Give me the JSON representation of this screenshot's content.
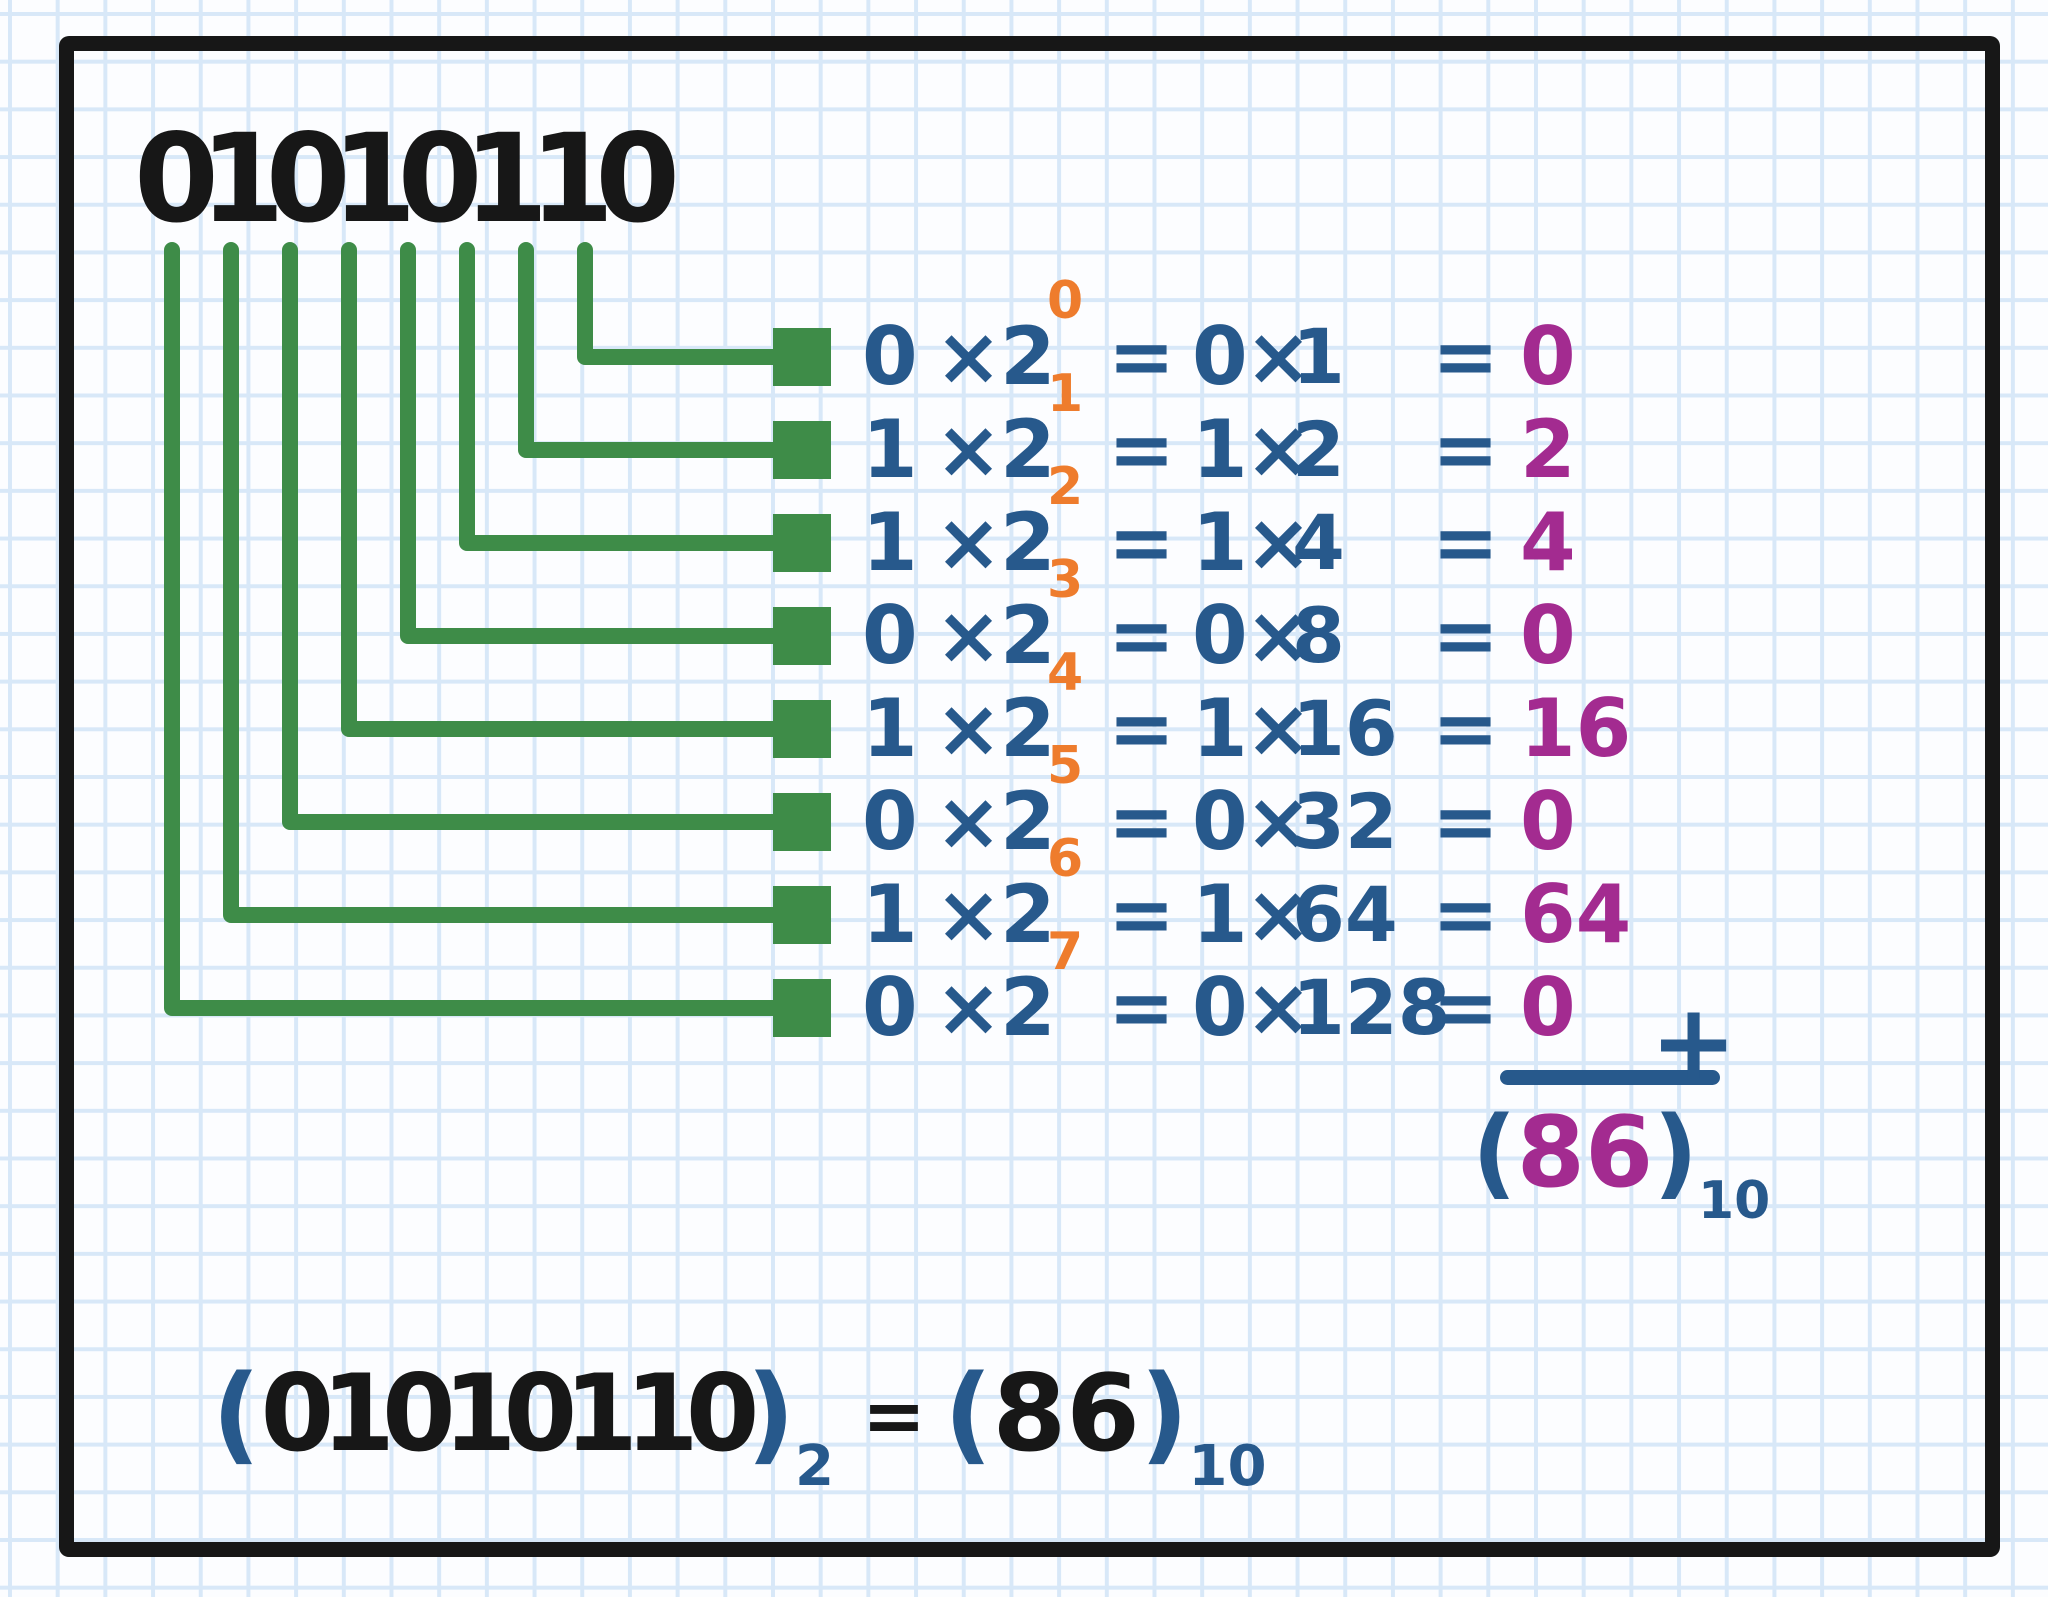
{
  "colors": {
    "green": "#3e8c48",
    "blue": "#27598c",
    "orange": "#ee7c2d",
    "magenta": "#a32b90",
    "ink": "#171717"
  },
  "binary": {
    "value": "01010110",
    "digits": [
      "0",
      "1",
      "0",
      "1",
      "0",
      "1",
      "1",
      "0"
    ]
  },
  "rows": [
    {
      "bit": "0",
      "times": "×",
      "base": "2",
      "exp": "0",
      "equals1": "=",
      "bit2": "0",
      "times2": "×",
      "product": "1",
      "equals2": "=",
      "result": "0"
    },
    {
      "bit": "1",
      "times": "×",
      "base": "2",
      "exp": "1",
      "equals1": "=",
      "bit2": "1",
      "times2": "×",
      "product": "2",
      "equals2": "=",
      "result": "2"
    },
    {
      "bit": "1",
      "times": "×",
      "base": "2",
      "exp": "2",
      "equals1": "=",
      "bit2": "1",
      "times2": "×",
      "product": "4",
      "equals2": "=",
      "result": "4"
    },
    {
      "bit": "0",
      "times": "×",
      "base": "2",
      "exp": "3",
      "equals1": "=",
      "bit2": "0",
      "times2": "×",
      "product": "8",
      "equals2": "=",
      "result": "0"
    },
    {
      "bit": "1",
      "times": "×",
      "base": "2",
      "exp": "4",
      "equals1": "=",
      "bit2": "1",
      "times2": "×",
      "product": "16",
      "equals2": "=",
      "result": "16"
    },
    {
      "bit": "0",
      "times": "×",
      "base": "2",
      "exp": "5",
      "equals1": "=",
      "bit2": "0",
      "times2": "×",
      "product": "32",
      "equals2": "=",
      "result": "0"
    },
    {
      "bit": "1",
      "times": "×",
      "base": "2",
      "exp": "6",
      "equals1": "=",
      "bit2": "1",
      "times2": "×",
      "product": "64",
      "equals2": "=",
      "result": "64"
    },
    {
      "bit": "0",
      "times": "×",
      "base": "2",
      "exp": "7",
      "equals1": "=",
      "bit2": "0",
      "times2": "×",
      "product": "128",
      "equals2": "=",
      "result": "0"
    }
  ],
  "sum": {
    "plus": "+",
    "open": "(",
    "value": "86",
    "close": ")",
    "base": "10"
  },
  "conclusion": {
    "open": "(",
    "binary": "01010110",
    "close": ")",
    "base_binary": "2",
    "equals": "=",
    "open2": "(",
    "decimal": "86",
    "close2": ")",
    "base_decimal": "10"
  }
}
